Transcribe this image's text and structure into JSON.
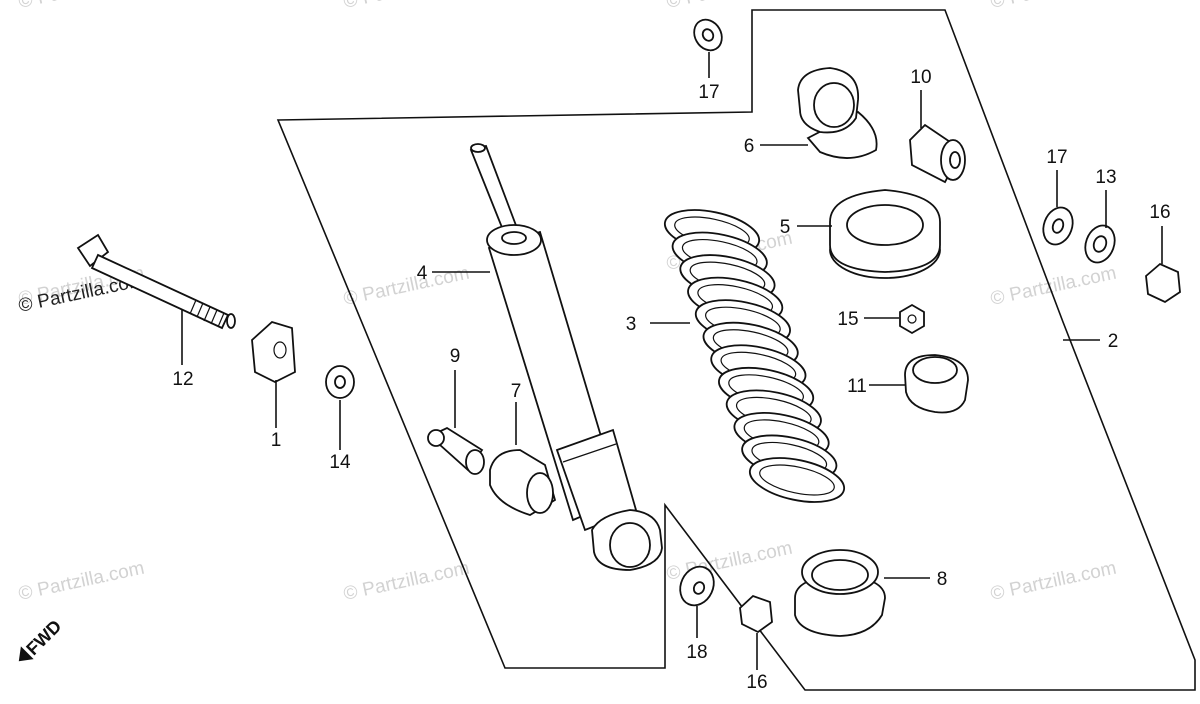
{
  "watermark": "© Partzilla.com",
  "direction_indicator": "FWD",
  "callouts": [
    {
      "id": "c1",
      "label": "1"
    },
    {
      "id": "c2",
      "label": "2"
    },
    {
      "id": "c3",
      "label": "3"
    },
    {
      "id": "c4",
      "label": "4"
    },
    {
      "id": "c5",
      "label": "5"
    },
    {
      "id": "c6",
      "label": "6"
    },
    {
      "id": "c7",
      "label": "7"
    },
    {
      "id": "c8",
      "label": "8"
    },
    {
      "id": "c9",
      "label": "9"
    },
    {
      "id": "c10",
      "label": "10"
    },
    {
      "id": "c11",
      "label": "11"
    },
    {
      "id": "c12",
      "label": "12"
    },
    {
      "id": "c13",
      "label": "13"
    },
    {
      "id": "c14",
      "label": "14"
    },
    {
      "id": "c15",
      "label": "15"
    },
    {
      "id": "c16a",
      "label": "16"
    },
    {
      "id": "c16b",
      "label": "16"
    },
    {
      "id": "c17a",
      "label": "17"
    },
    {
      "id": "c17b",
      "label": "17"
    },
    {
      "id": "c18",
      "label": "18"
    }
  ]
}
